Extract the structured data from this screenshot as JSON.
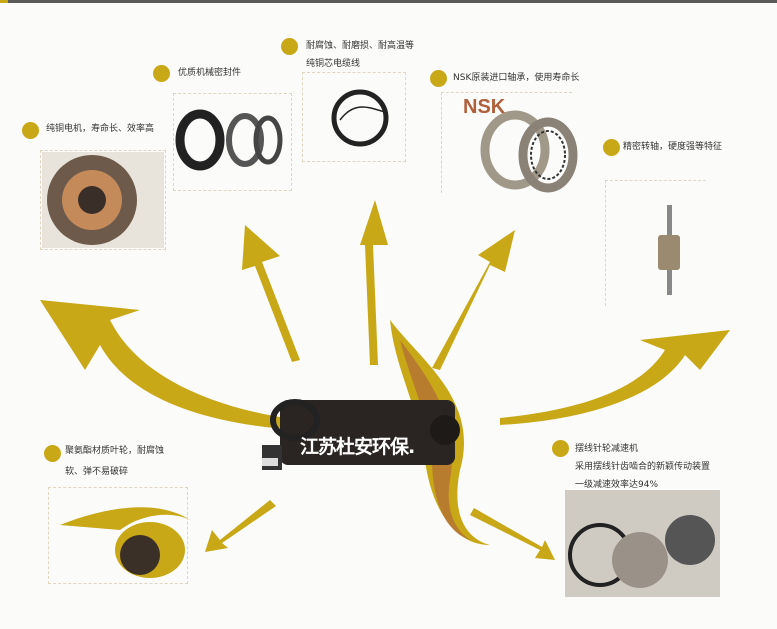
{
  "features": [
    {
      "id": "motor",
      "text": [
        "纯铜电机，寿命长、效率高"
      ]
    },
    {
      "id": "seal",
      "text": [
        "优质机械密封件"
      ]
    },
    {
      "id": "cable",
      "text": [
        "耐腐蚀、耐磨损、耐高温等",
        "纯铜芯电缆线"
      ]
    },
    {
      "id": "bearing",
      "text": [
        "NSK原装进口轴承，使用寿命长"
      ]
    },
    {
      "id": "shaft",
      "text": [
        "精密转轴，硬度强等特征"
      ]
    },
    {
      "id": "impeller",
      "text": [
        "聚氨酯材质叶轮，耐腐蚀",
        "软、弹不易破碎"
      ]
    },
    {
      "id": "reducer",
      "text": [
        "摆线针轮减速机",
        "采用摆线针齿啮合的新颖传动装置",
        "一级减速效率达94%"
      ]
    }
  ],
  "brand_logo": "NSK",
  "center_watermark": "江苏杜安环保.",
  "colors": {
    "accent": "#c8a816",
    "nsk": "#b0603a"
  }
}
